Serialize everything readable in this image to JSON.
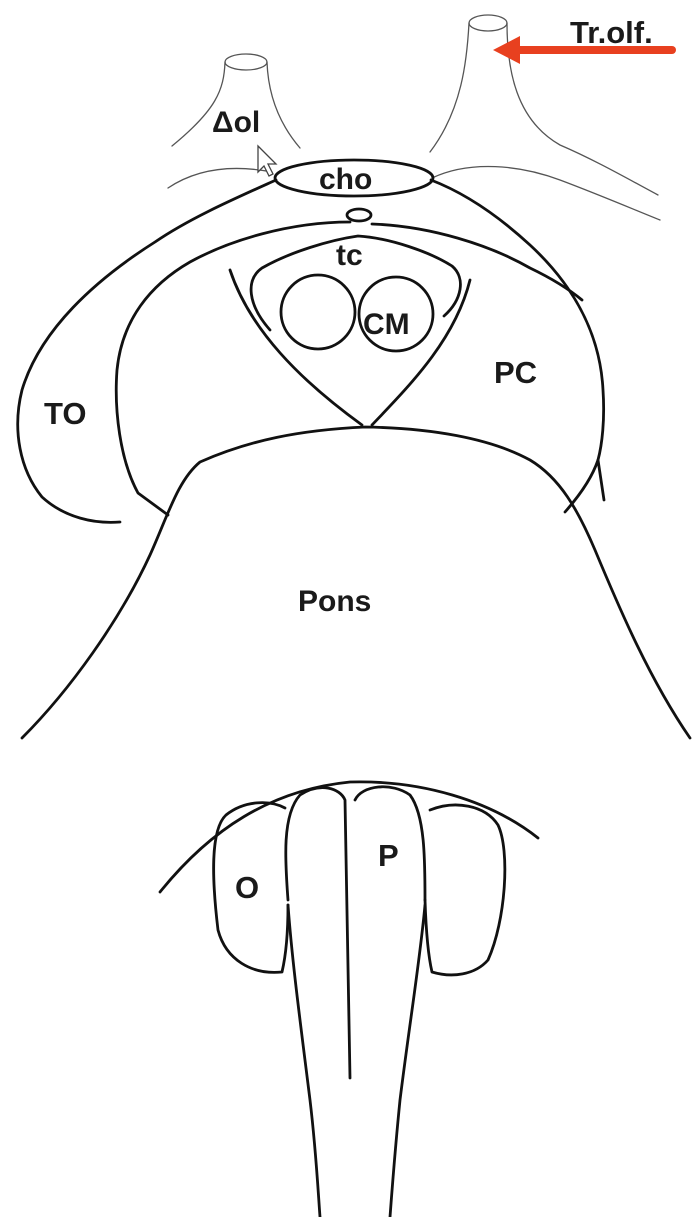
{
  "labels": {
    "tr_olf": "Tr.olf.",
    "bulb": "Δol",
    "cho": "cho",
    "tc": "tc",
    "cm": "CM",
    "pc": "PC",
    "to": "TO",
    "pons": "Pons",
    "o": "O",
    "p": "P"
  },
  "colors": {
    "arrow": "#e8401f",
    "ink": "#111111",
    "thin_ink": "#555555",
    "background": "#ffffff"
  },
  "icons": {
    "cursor": "mouse-pointer-icon"
  }
}
